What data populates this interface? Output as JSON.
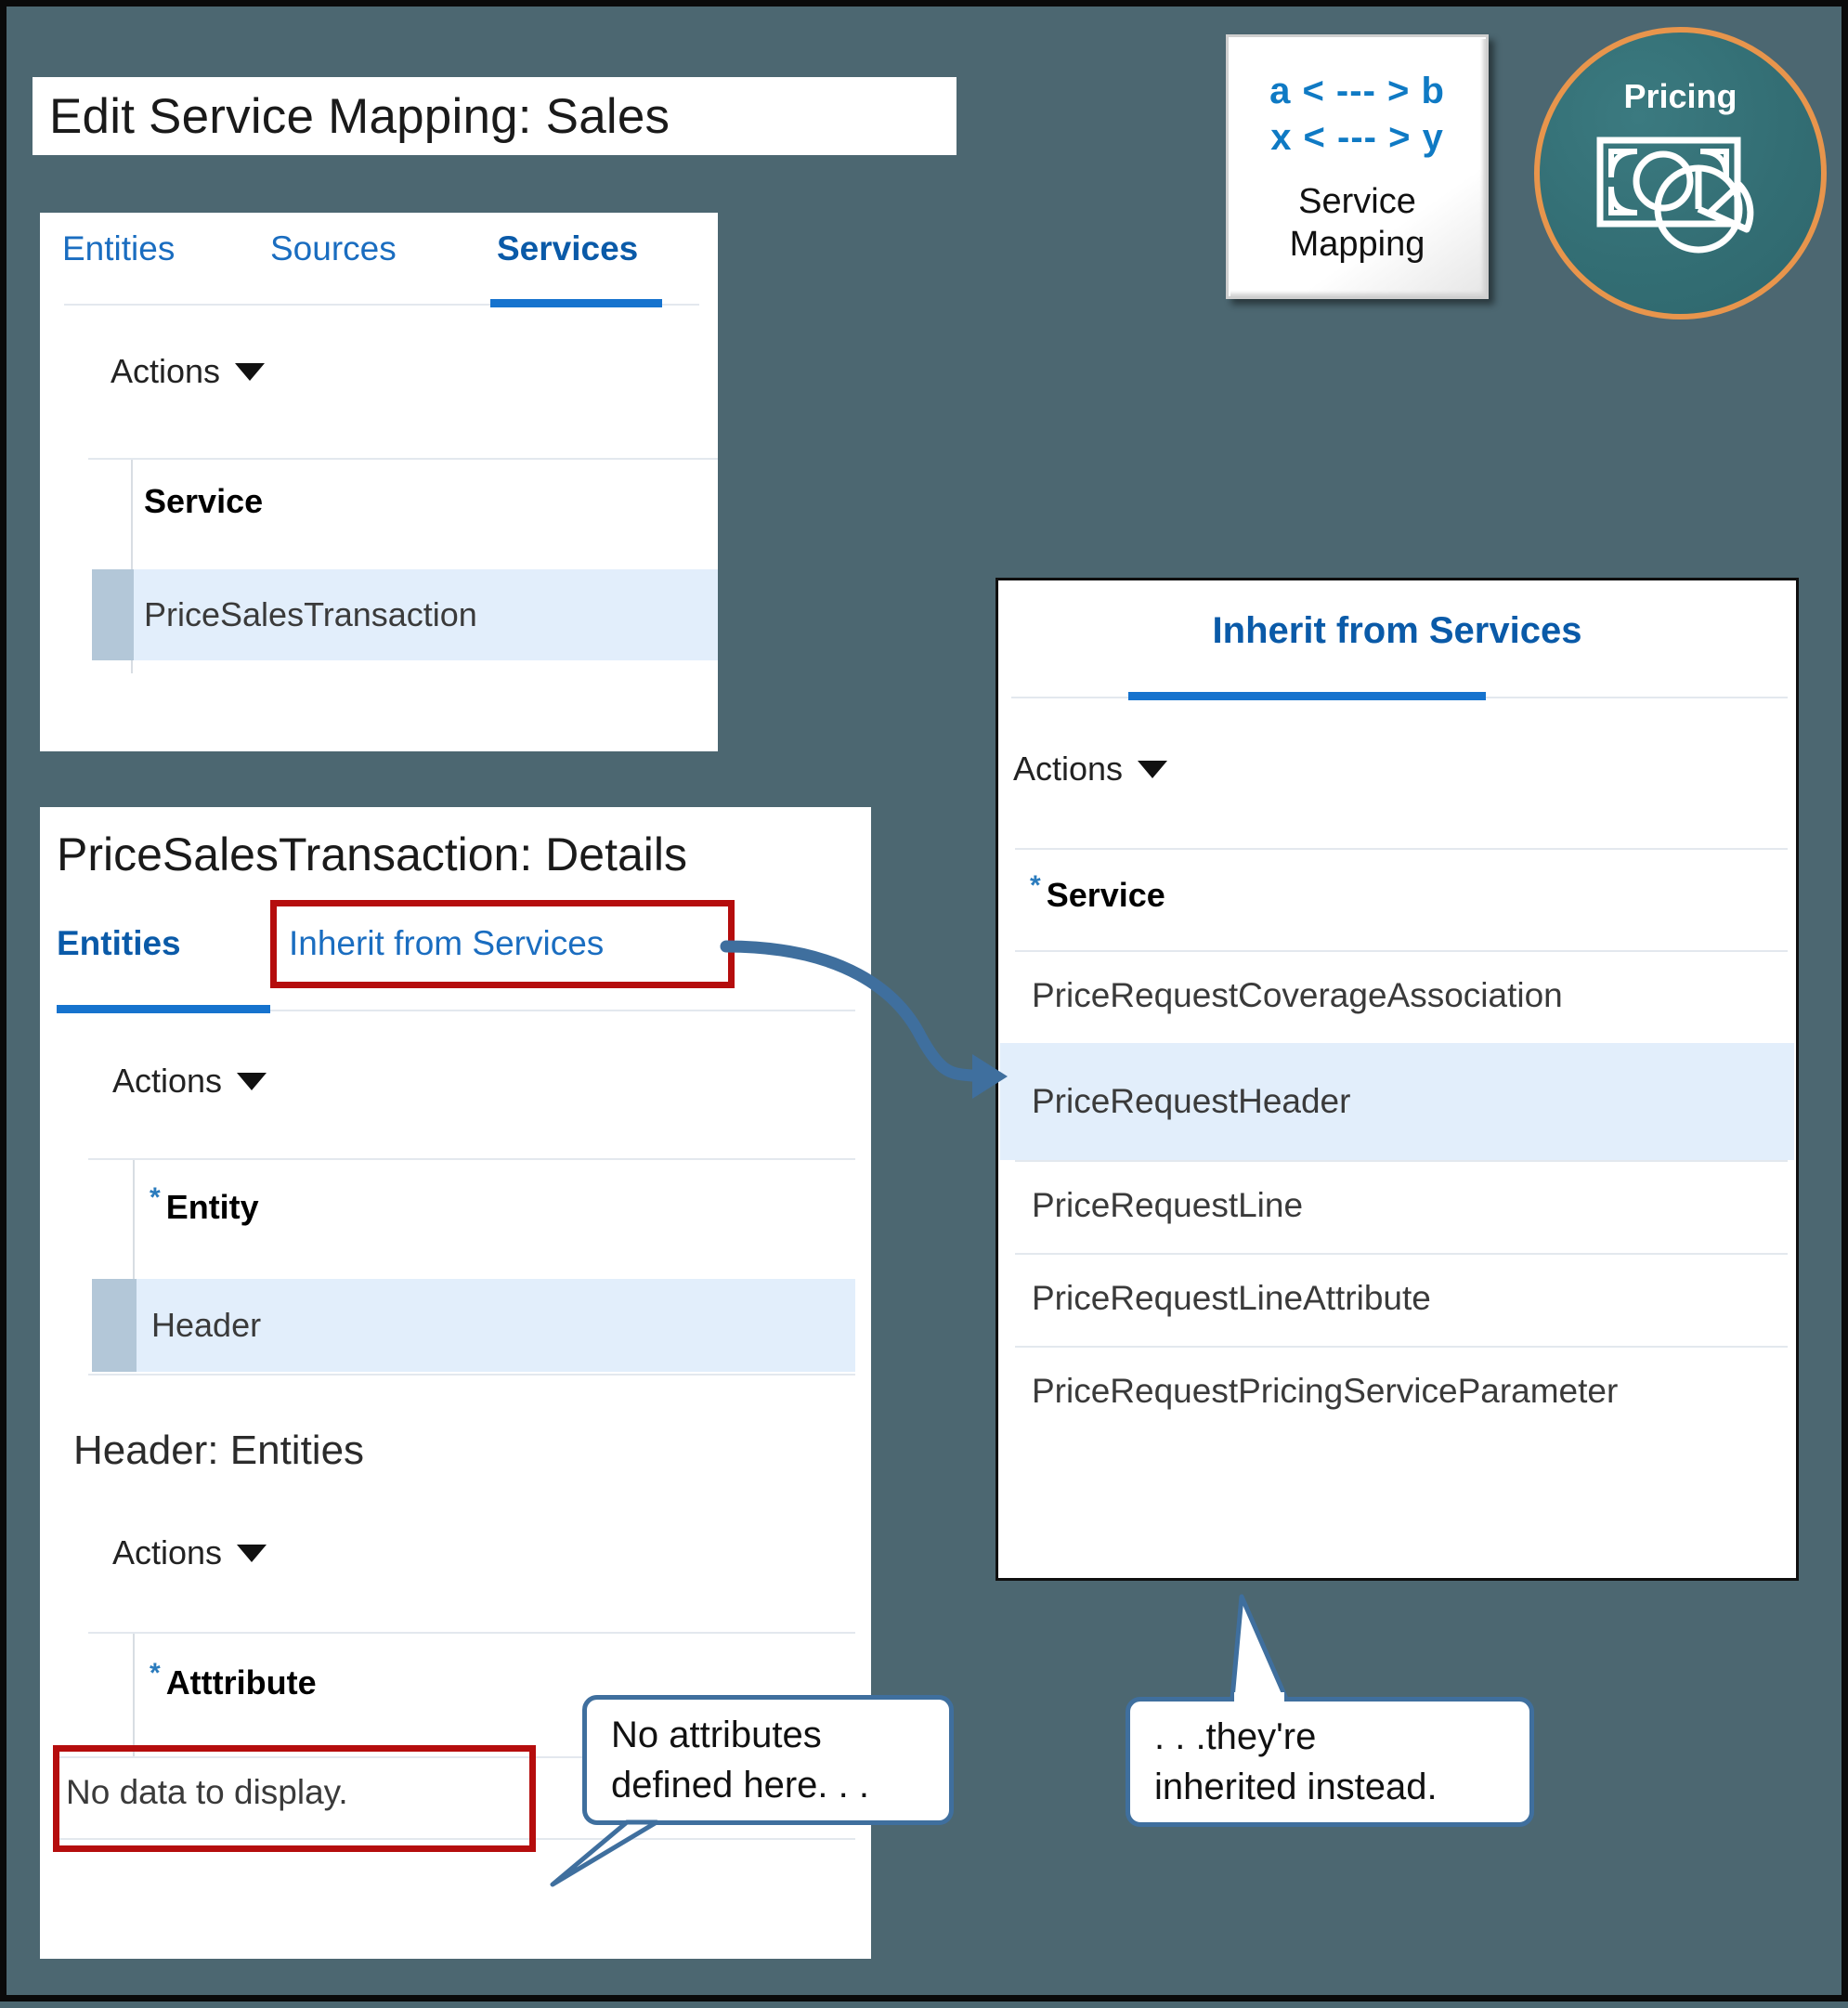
{
  "page": {
    "title": "Edit Service Mapping: Sales",
    "background_color": "#4c6771",
    "accent_blue": "#1673ce",
    "link_blue": "#1a6dc0",
    "highlight_row": "#e2eefb",
    "red_outline": "#b50d0d",
    "callout_border": "#3f6f9e"
  },
  "services_panel": {
    "tabs": [
      {
        "label": "Entities",
        "active": false
      },
      {
        "label": "Sources",
        "active": false
      },
      {
        "label": "Services",
        "active": true
      }
    ],
    "actions_label": "Actions",
    "actions_icon": "chevron-down-icon",
    "column_header": "Service",
    "rows": [
      {
        "label": "PriceSalesTransaction",
        "selected": true
      }
    ]
  },
  "details_panel": {
    "title": "PriceSalesTransaction: Details",
    "tabs": [
      {
        "label": "Entities",
        "active": true
      },
      {
        "label": "Inherit from Services",
        "active": false,
        "highlighted": true
      }
    ],
    "entity_section": {
      "actions_label": "Actions",
      "required_marker": "*",
      "column_header": "Entity",
      "rows": [
        {
          "label": "Header",
          "selected": true
        }
      ]
    },
    "header_entities_section": {
      "title": "Header: Entities",
      "actions_label": "Actions",
      "required_marker": "*",
      "column_header": "Atttribute",
      "empty_message": "No data to display."
    }
  },
  "inherit_panel": {
    "title": "Inherit from Services",
    "actions_label": "Actions",
    "required_marker": "*",
    "column_header": "Service",
    "rows": [
      {
        "label": "PriceRequestCoverageAssociation",
        "selected": false
      },
      {
        "label": "PriceRequestHeader",
        "selected": true
      },
      {
        "label": "PriceRequestLine",
        "selected": false
      },
      {
        "label": "PriceRequestLineAttribute",
        "selected": false
      },
      {
        "label": "PriceRequestPricingServiceParameter",
        "selected": false
      }
    ]
  },
  "legend": {
    "line1": "a < --- > b",
    "line2": "x < --- > y",
    "caption_line1": "Service",
    "caption_line2": "Mapping"
  },
  "pricing_badge": {
    "label": "Pricing",
    "icon": "banknote-pie-chart-icon",
    "fill_color": "#336e74",
    "border_color": "#e8954c"
  },
  "callouts": [
    {
      "line1": "No attributes",
      "line2": "defined here. . ."
    },
    {
      "line1": ". . .they're",
      "line2": "inherited instead."
    }
  ]
}
